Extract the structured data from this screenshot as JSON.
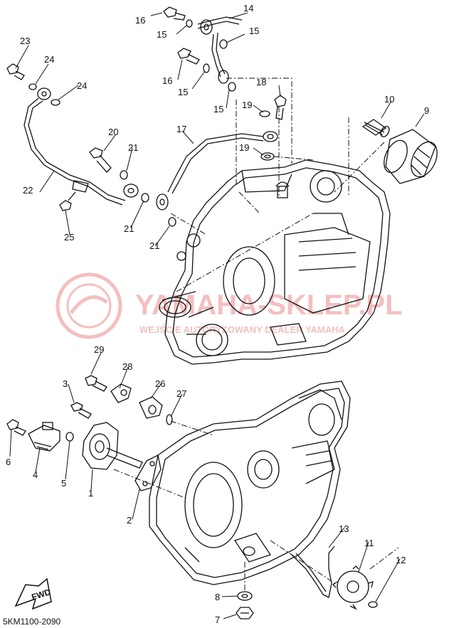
{
  "diagram": {
    "code": "5KM1100-2090",
    "fwd_label": "FWD",
    "watermark": {
      "main": "YAMAHA-SKLEP.PL",
      "sub": "WEJŚCIE AUTORYZOWANY DEALER YAMAHA",
      "color": "#e04a4a"
    },
    "callouts": [
      {
        "id": "c16a",
        "text": "16"
      },
      {
        "id": "c14",
        "text": "14"
      },
      {
        "id": "c15a",
        "text": "15"
      },
      {
        "id": "c15b",
        "text": "15"
      },
      {
        "id": "c23",
        "text": "23"
      },
      {
        "id": "c24a",
        "text": "24"
      },
      {
        "id": "c24b",
        "text": "24"
      },
      {
        "id": "c16b",
        "text": "16"
      },
      {
        "id": "c15c",
        "text": "15"
      },
      {
        "id": "c15d",
        "text": "15"
      },
      {
        "id": "c18",
        "text": "18"
      },
      {
        "id": "c10",
        "text": "10"
      },
      {
        "id": "c9",
        "text": "9"
      },
      {
        "id": "c19a",
        "text": "19"
      },
      {
        "id": "c20",
        "text": "20"
      },
      {
        "id": "c17",
        "text": "17"
      },
      {
        "id": "c19b",
        "text": "19"
      },
      {
        "id": "c21a",
        "text": "21"
      },
      {
        "id": "c22",
        "text": "22"
      },
      {
        "id": "c21b",
        "text": "21"
      },
      {
        "id": "c21c",
        "text": "21"
      },
      {
        "id": "c25",
        "text": "25"
      },
      {
        "id": "c29",
        "text": "29"
      },
      {
        "id": "c28",
        "text": "28"
      },
      {
        "id": "c3",
        "text": "3"
      },
      {
        "id": "c26",
        "text": "26"
      },
      {
        "id": "c27",
        "text": "27"
      },
      {
        "id": "c6",
        "text": "6"
      },
      {
        "id": "c4",
        "text": "4"
      },
      {
        "id": "c5",
        "text": "5"
      },
      {
        "id": "c1",
        "text": "1"
      },
      {
        "id": "c2",
        "text": "2"
      },
      {
        "id": "c13",
        "text": "13"
      },
      {
        "id": "c11",
        "text": "11"
      },
      {
        "id": "c12",
        "text": "12"
      },
      {
        "id": "c8",
        "text": "8"
      },
      {
        "id": "c7",
        "text": "7"
      }
    ]
  }
}
